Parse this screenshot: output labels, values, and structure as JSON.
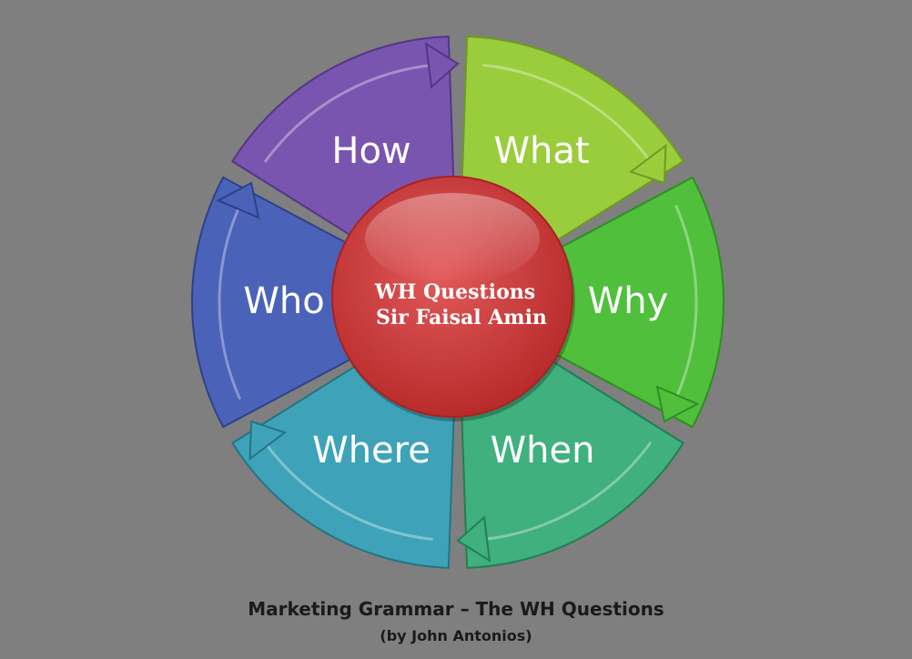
{
  "diagram": {
    "segments": [
      {
        "label": "What",
        "color": "#9acd3c",
        "dark": "#6f9a22"
      },
      {
        "label": "Why",
        "color": "#4fbf3c",
        "dark": "#2f8e24"
      },
      {
        "label": "When",
        "color": "#3fb07e",
        "dark": "#237e56"
      },
      {
        "label": "Where",
        "color": "#3ea3b8",
        "dark": "#237584"
      },
      {
        "label": "Who",
        "color": "#4a62b8",
        "dark": "#2e4288"
      },
      {
        "label": "How",
        "color": "#7a55b0",
        "dark": "#543685"
      }
    ],
    "center": {
      "line1": "WH Questions",
      "line2": "Sir Faisal Amin",
      "color": "#d03c3c"
    }
  },
  "caption": {
    "title": "Marketing Grammar – The WH Questions",
    "author": "(by John Antonios)"
  }
}
